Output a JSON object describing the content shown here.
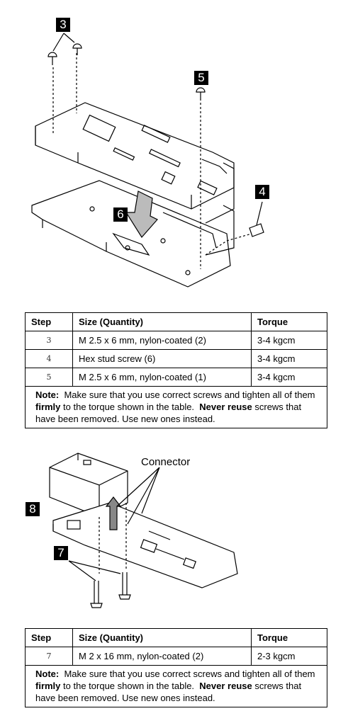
{
  "figure1": {
    "callouts": [
      "3",
      "5",
      "4",
      "6"
    ]
  },
  "table1": {
    "headers": [
      "Step",
      "Size (Quantity)",
      "Torque"
    ],
    "rows": [
      {
        "step": "3",
        "size": "M 2.5 x 6 mm, nylon-coated (2)",
        "torque": "3-4 kgcm"
      },
      {
        "step": "4",
        "size": "Hex stud screw (6)",
        "torque": "3-4 kgcm"
      },
      {
        "step": "5",
        "size": "M 2.5 x 6 mm, nylon-coated (1)",
        "torque": "3-4 kgcm"
      }
    ],
    "note": {
      "label": "Note:",
      "t1": "Make sure that you use correct screws and tighten all of them",
      "b1": "firmly",
      "t2": "to the torque shown in the table.",
      "b2": "Never reuse",
      "t3": "screws that have been removed.  Use new ones instead."
    }
  },
  "figure2": {
    "callouts": [
      "8",
      "7"
    ],
    "connector_label": "Connector"
  },
  "table2": {
    "headers": [
      "Step",
      "Size (Quantity)",
      "Torque"
    ],
    "rows": [
      {
        "step": "7",
        "size": "M 2 x 16 mm, nylon-coated (2)",
        "torque": "2-3 kgcm"
      }
    ],
    "note": {
      "label": "Note:",
      "t1": "Make sure that you use correct screws and tighten all of them",
      "b1": "firmly",
      "t2": "to the torque shown in the table.",
      "b2": "Never reuse",
      "t3": "screws that have been removed.  Use new ones instead."
    }
  }
}
